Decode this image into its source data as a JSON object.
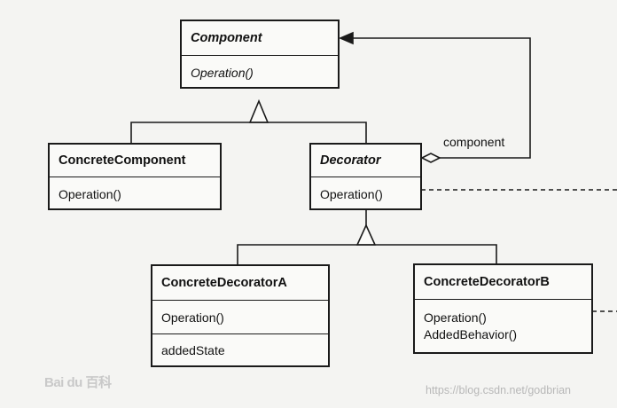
{
  "classes": {
    "component": {
      "name": "Component",
      "operation": "Operation()"
    },
    "concrete_component": {
      "name": "ConcreteComponent",
      "operation": "Operation()"
    },
    "decorator": {
      "name": "Decorator",
      "operation": "Operation()"
    },
    "concrete_decorator_a": {
      "name": "ConcreteDecoratorA",
      "operation": "Operation()",
      "attribute": "addedState"
    },
    "concrete_decorator_b": {
      "name": "ConcreteDecoratorB",
      "operation": "Operation()",
      "behavior": "AddedBehavior()"
    }
  },
  "association_label": "component",
  "watermarks": {
    "csdn": "https://blog.csdn.net/godbrian",
    "baidu": "Bai du 百科"
  },
  "colors": {
    "line": "#1a1a1a",
    "paper": "#f4f4f2"
  }
}
